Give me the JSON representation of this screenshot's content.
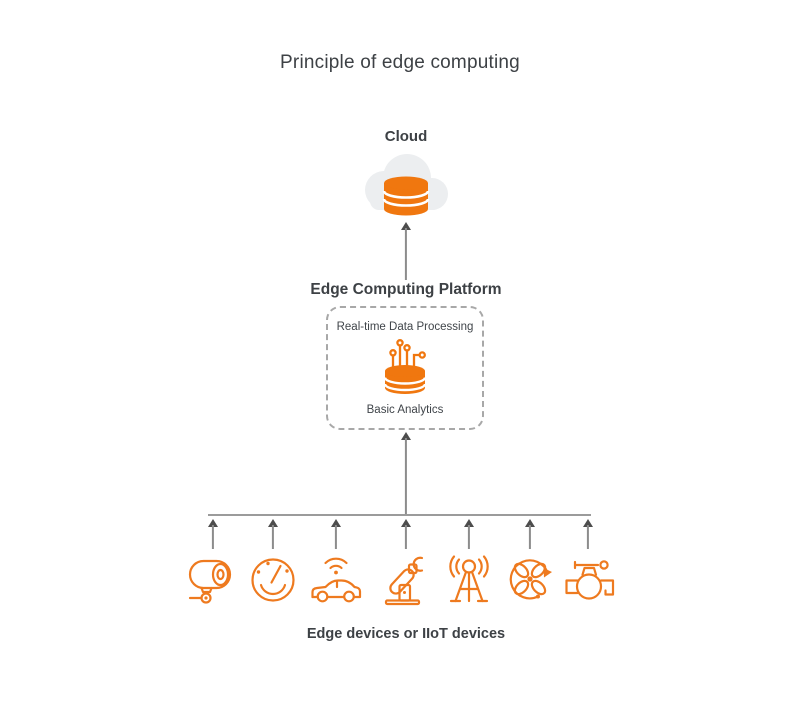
{
  "title": "Principle of edge computing",
  "cloud": {
    "label": "Cloud",
    "icon": "cloud-database-icon"
  },
  "platform": {
    "heading": "Edge Computing Platform",
    "processing_label": "Real-time Data Processing",
    "analytics_label": "Basic Analytics",
    "icon": "database-circuit-icon"
  },
  "devices": {
    "label": "Edge devices or IIoT devices",
    "items": [
      "cctv-camera-icon",
      "gauge-icon",
      "connected-car-icon",
      "robot-arm-icon",
      "antenna-tower-icon",
      "fan-icon",
      "pump-icon"
    ]
  },
  "colors": {
    "accent_orange": "#f0770f",
    "icon_orange": "#ee7a1f",
    "cloud_gray": "#eceef0",
    "arrow_shaft_gray": "#8c8c8c",
    "arrow_head_gray": "#4d4d4d",
    "bus_line_gray": "#9b9b9b",
    "dashed_border_gray": "#a8a8a8",
    "text_dark": "#3d4145"
  }
}
